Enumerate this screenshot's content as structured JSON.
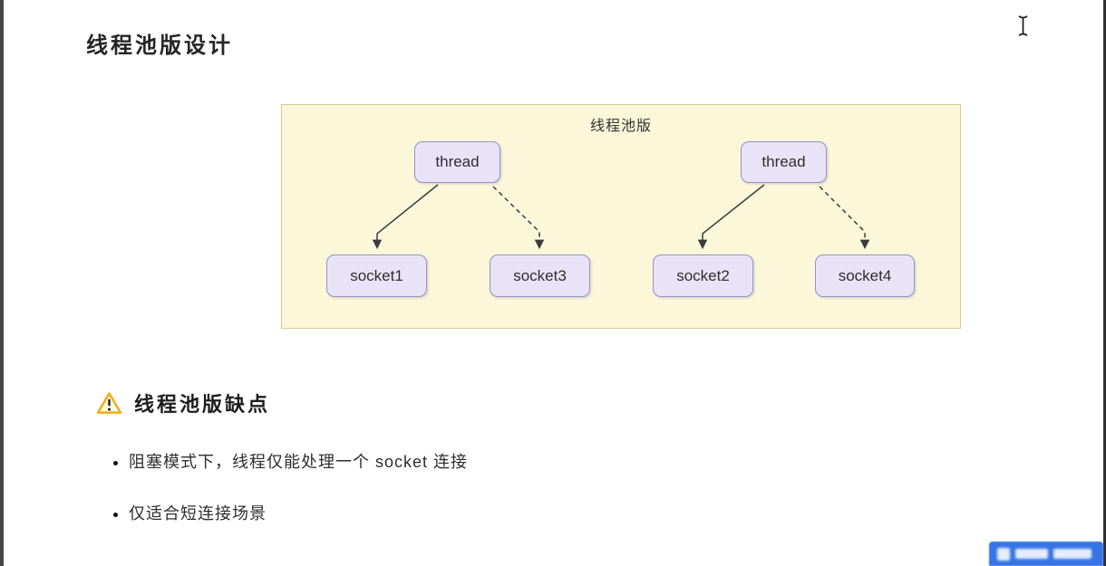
{
  "page": {
    "title": "线程池版设计"
  },
  "diagram": {
    "title": "线程池版",
    "nodes": [
      {
        "id": "thread-1",
        "label": "thread"
      },
      {
        "id": "thread-2",
        "label": "thread"
      },
      {
        "id": "socket-1",
        "label": "socket1"
      },
      {
        "id": "socket-3",
        "label": "socket3"
      },
      {
        "id": "socket-2",
        "label": "socket2"
      },
      {
        "id": "socket-4",
        "label": "socket4"
      }
    ],
    "edges": [
      {
        "from": "thread-1",
        "to": "socket-1",
        "style": "solid"
      },
      {
        "from": "thread-1",
        "to": "socket-3",
        "style": "dashed"
      },
      {
        "from": "thread-2",
        "to": "socket-2",
        "style": "solid"
      },
      {
        "from": "thread-2",
        "to": "socket-4",
        "style": "dashed"
      }
    ],
    "colors": {
      "panel_background": "#fcf7d9",
      "panel_border": "#d6c98e",
      "node_background": "#e8e3f7",
      "node_border": "#9a90c8",
      "edge": "#3c3c3c"
    }
  },
  "warning": {
    "icon": "warning-triangle",
    "icon_color": "#efae17",
    "heading": "线程池版缺点",
    "bullets": [
      "阻塞模式下，线程仅能处理一个 socket 连接",
      "仅适合短连接场景"
    ]
  },
  "watermark": {
    "color": "#2f6fe4"
  }
}
